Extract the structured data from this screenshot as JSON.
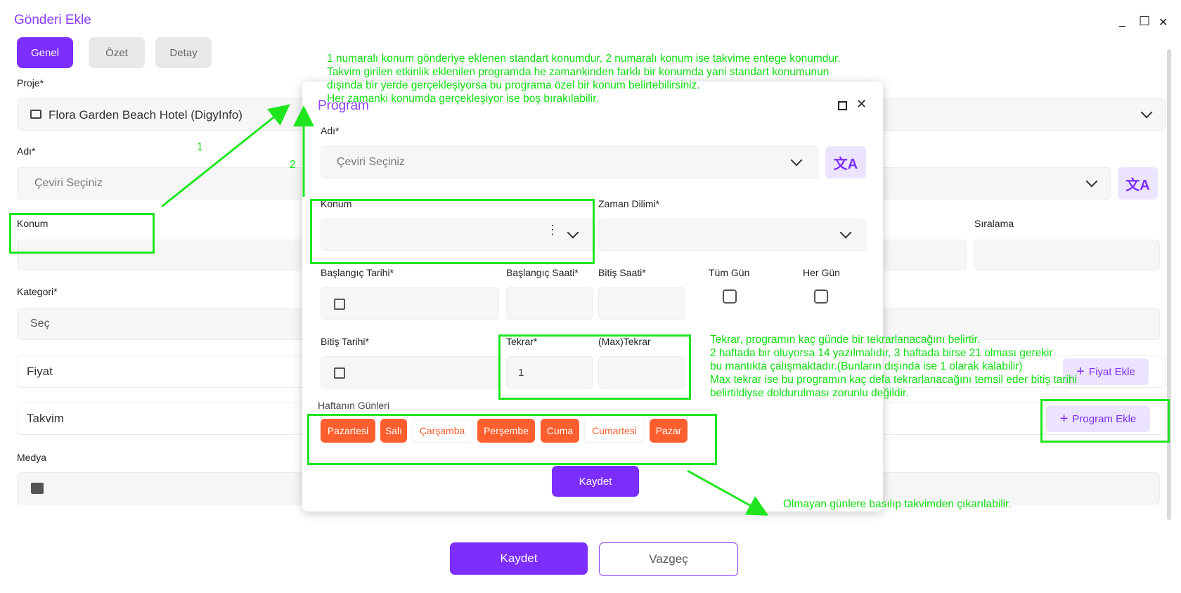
{
  "window": {
    "title": "Gönderi Ekle",
    "minimize": "_",
    "maximize": "☐",
    "close": "✕"
  },
  "tabs": [
    {
      "label": "Genel"
    },
    {
      "label": "Özet"
    },
    {
      "label": "Detay"
    }
  ],
  "form": {
    "proje_label": "Proje*",
    "proje_value": "Flora Garden Beach Hotel (DigyInfo)",
    "adi_label": "Adı*",
    "adi_placeholder": "Çeviri Seçiniz",
    "konum_label": "Konum",
    "siralama_label": "Sıralama",
    "kategori_label": "Kategori*",
    "kategori_placeholder": "Seç",
    "fiyat_label": "Fiyat",
    "fiyat_button": "Fiyat Ekle",
    "takvim_label": "Takvim",
    "program_button": "Program Ekle",
    "medya_label": "Medya",
    "save": "Kaydet",
    "cancel": "Vazgeç"
  },
  "modal": {
    "title": "Program",
    "adi_label": "Adı*",
    "adi_placeholder": "Çeviri Seçiniz",
    "konum_label": "Konum",
    "zaman_label": "Zaman Dilimi*",
    "baslangic_tarihi_label": "Başlangıç Tarihi*",
    "baslangic_saati_label": "Başlangıç Saati*",
    "bitis_saati_label": "Bitiş Saati*",
    "tum_gun_label": "Tüm Gün",
    "her_gun_label": "Her Gün",
    "bitis_tarihi_label": "Bitiş Tarihi*",
    "tekrar_label": "Tekrar*",
    "tekrar_value": "1",
    "max_tekrar_label": "(Max)Tekrar",
    "haftanin_label": "Haftanın Günleri",
    "days": [
      {
        "label": "Pazartesi",
        "active": true
      },
      {
        "label": "Salı",
        "active": true
      },
      {
        "label": "Çarşamba",
        "active": false
      },
      {
        "label": "Perşembe",
        "active": true
      },
      {
        "label": "Cuma",
        "active": true
      },
      {
        "label": "Cumartesi",
        "active": false
      },
      {
        "label": "Pazar",
        "active": true
      }
    ],
    "save": "Kaydet"
  },
  "annotations": {
    "top_note": [
      "1 numaralı konum gönderiye eklenen standart konumdur, 2 numaralı konum ise takvime entege konumdur.",
      "Takvim girilen etkinlik eklenilen programda he zamankinden farklı bir konumda yani standart konumunun",
      "dışında bir yerde gerçekleşiyorsa bu programa özel bir konum belirtebilirsiniz.",
      "Her zamanki konumda gerçekleşiyor ise boş bırakılabilir."
    ],
    "marker_1": "1",
    "marker_2": "2",
    "tekrar_note": [
      "Tekrar, programın kaç günde bir tekrarlanacağını belirtir.",
      "2 haftada bir oluyorsa 14 yazılmalıdır, 3 haftada birse 21 olması gerekir",
      "bu mantıkta çalışmaktadır.(Bunların dışında ise 1 olarak kalabilir)",
      "Max tekrar ise bu programın kaç defa tekrarlanacağını temsil eder bitiş tarihi",
      "belirtildiyse doldurulması zorunlu değildir."
    ],
    "days_note": "Olmayan günlere basılıp takvimden çıkarılabilir."
  },
  "colors": {
    "accent": "#7c2dff",
    "day_active": "#ff5f2e",
    "annotation": "#1fe51f"
  }
}
